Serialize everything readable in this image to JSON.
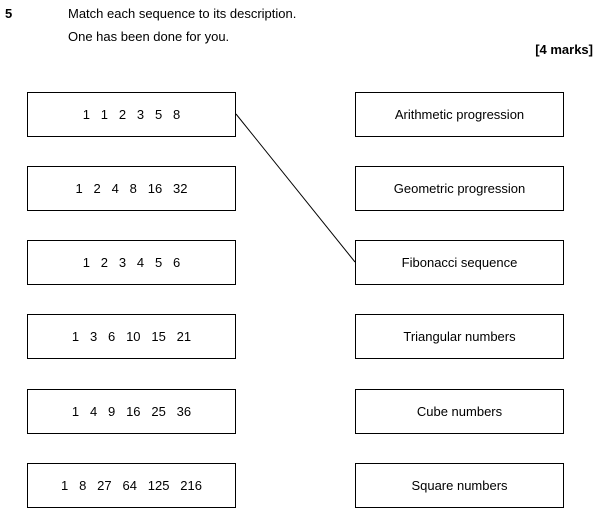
{
  "question": {
    "number": "5",
    "instruction_line1": "Match each sequence to its description.",
    "instruction_line2": "One has been done for you.",
    "marks": "[4 marks]"
  },
  "sequences": [
    "1   1   2   3   5   8",
    "1   2   4   8   16   32",
    "1   2   3   4   5   6",
    "1   3   6   10   15   21",
    "1   4   9   16   25   36",
    "1   8   27   64   125   216"
  ],
  "descriptions": [
    "Arithmetic progression",
    "Geometric progression",
    "Fibonacci sequence",
    "Triangular numbers",
    "Cube numbers",
    "Square numbers"
  ],
  "example_match": {
    "sequence_index": 0,
    "description_index": 2
  }
}
